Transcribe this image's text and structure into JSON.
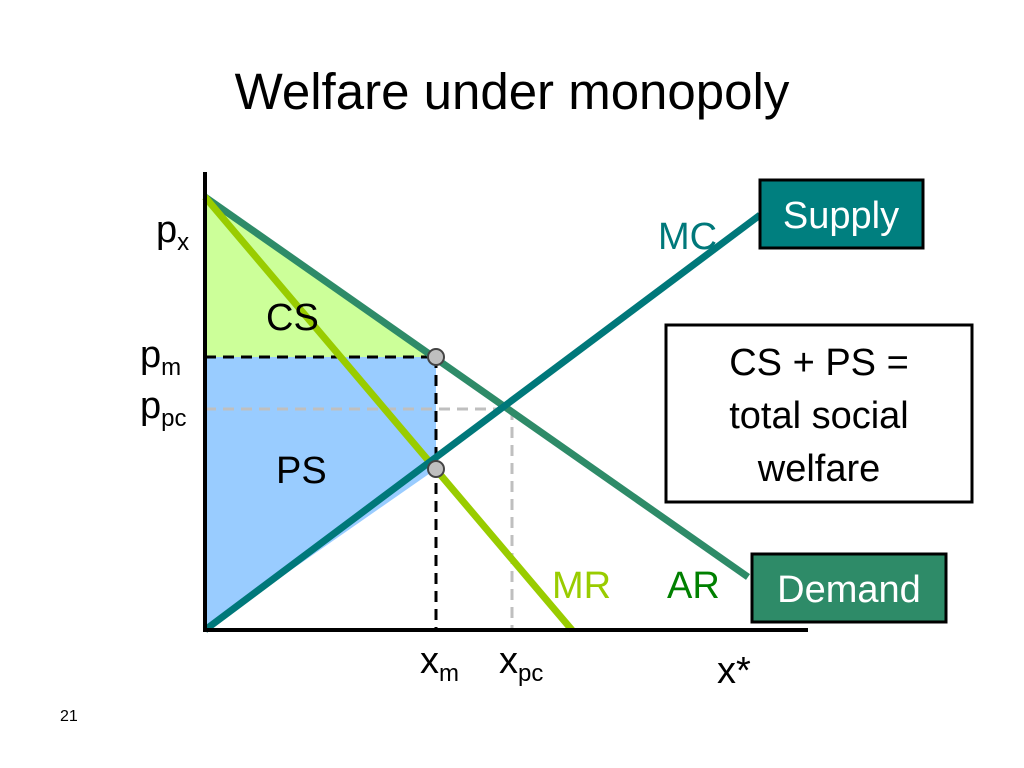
{
  "slide": {
    "title": "Welfare under monopoly",
    "page_number": "21"
  },
  "axis_labels": {
    "px_main": "p",
    "px_sub": "x",
    "pm_main": "p",
    "pm_sub": "m",
    "ppc_main": "p",
    "ppc_sub": "pc",
    "xm_main": "x",
    "xm_sub": "m",
    "xpc_main": "x",
    "xpc_sub": "pc",
    "xstar": "x*"
  },
  "regions": {
    "cs": "CS",
    "ps": "PS"
  },
  "curve_labels": {
    "mc": "MC",
    "mr": "MR",
    "ar": "AR"
  },
  "boxes": {
    "supply": "Supply",
    "demand": "Demand",
    "welfare_line1": "CS + PS =",
    "welfare_line2": "total social",
    "welfare_line3": "welfare"
  },
  "colors": {
    "supply_curve": "#00787a",
    "demand_curve": "#2e8b68",
    "mr_curve": "#99cc00",
    "cs_fill": "#ccff99",
    "ps_fill": "#99ccff",
    "ar_label": "#008000",
    "mr_label": "#99cc00",
    "supply_box": "#007f7f",
    "demand_box": "#2e8b68"
  }
}
